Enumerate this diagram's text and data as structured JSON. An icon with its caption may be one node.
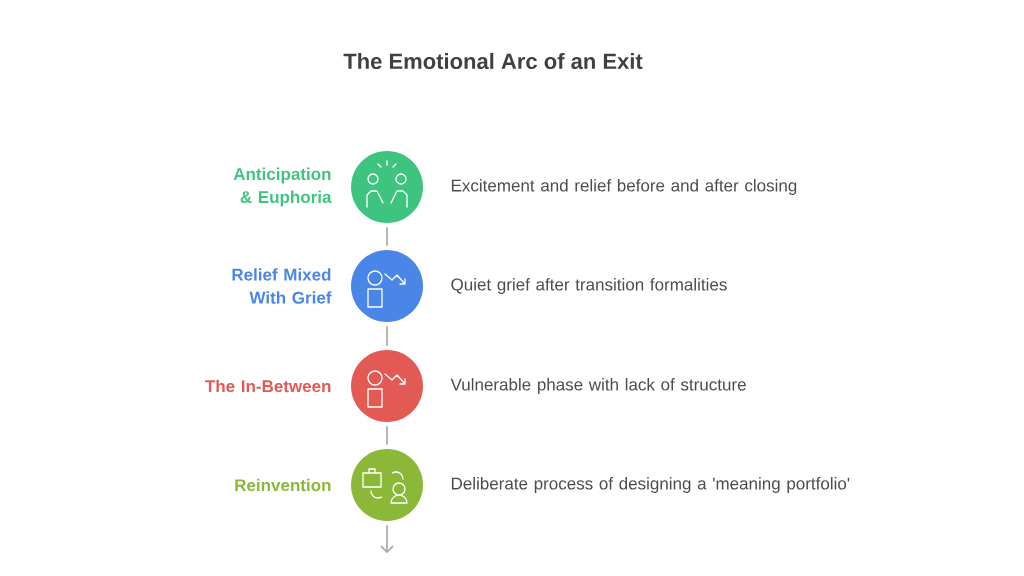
{
  "diagram": {
    "title": "The Emotional Arc of an Exit",
    "nodes": [
      {
        "text": [],
        "shape": "circle",
        "beside": [
          "Anticipation & Euphoria",
          "Excitement and relief before and after closing"
        ]
      },
      {
        "text": [],
        "shape": "circle",
        "beside": [
          "Relief Mixed With Grief",
          "Quiet grief after transition formalities"
        ]
      },
      {
        "text": [],
        "shape": "circle",
        "beside": [
          "The In-Between",
          "Vulnerable phase with lack of structure"
        ]
      },
      {
        "text": [],
        "shape": "circle",
        "beside": [
          "Reinvention",
          "Deliberate process of designing a 'meaning portfolio'"
        ]
      }
    ],
    "edges": [
      {
        "from": 0,
        "to": 1,
        "arrow": "none"
      },
      {
        "from": 1,
        "to": 2,
        "arrow": "none"
      },
      {
        "from": 2,
        "to": 3,
        "arrow": "none"
      },
      {
        "from": 3,
        "to": null,
        "arrow": "to"
      }
    ]
  }
}
